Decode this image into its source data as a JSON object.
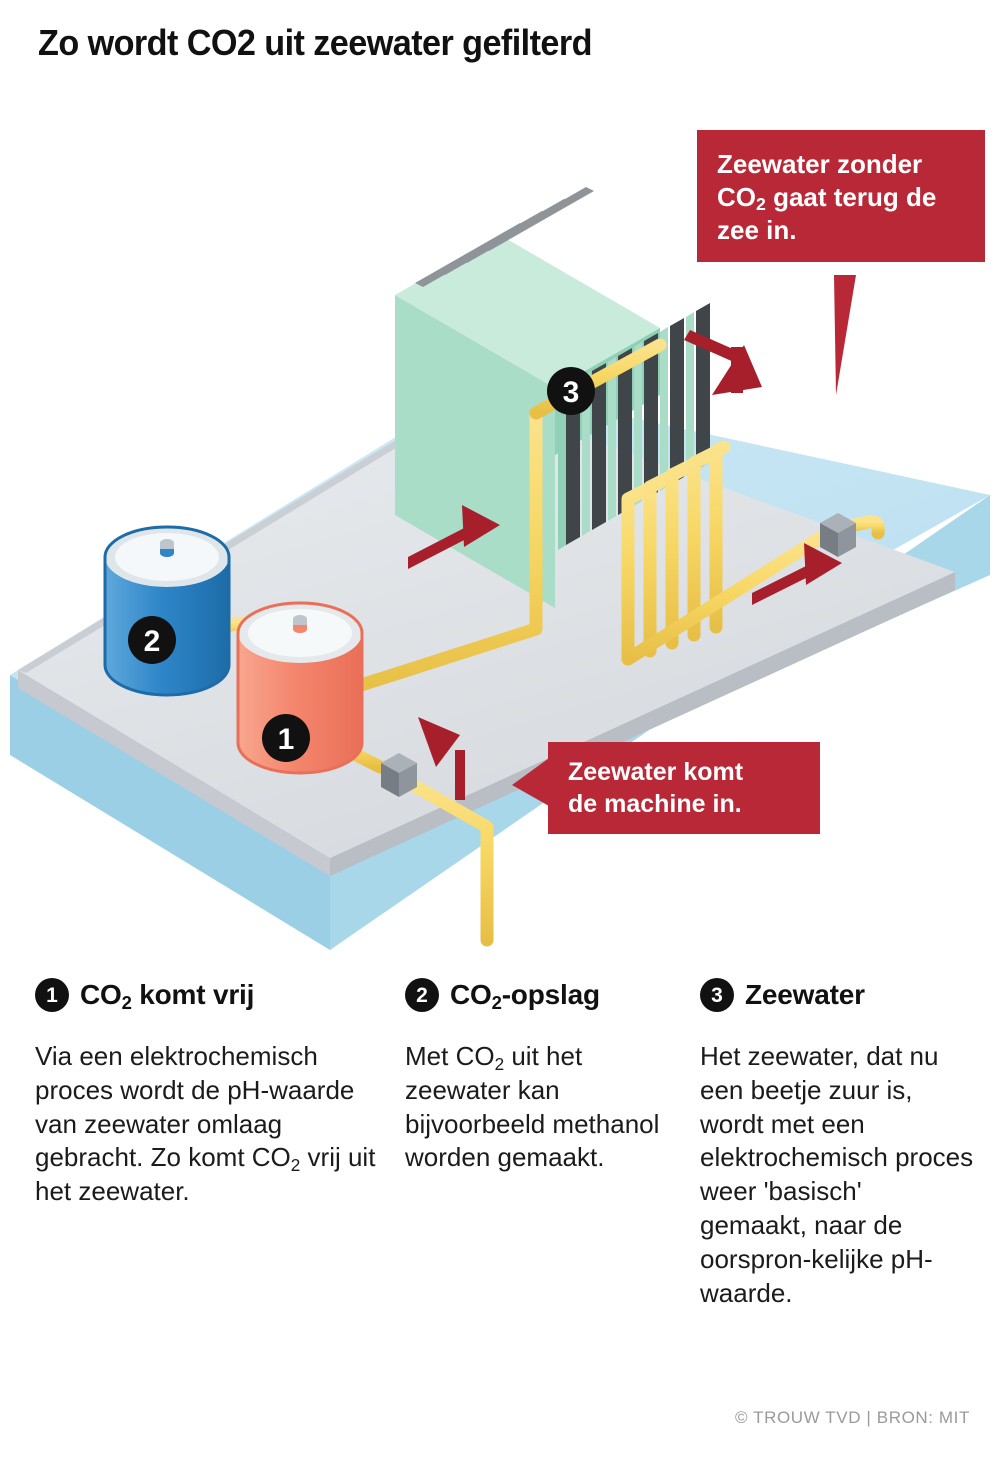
{
  "header": {
    "title": "Zo wordt CO2 uit zeewater gefilterd"
  },
  "callouts": [
    {
      "id": "seawater-out",
      "lines": [
        "Zeewater zonder",
        "CO₂ gaat terug de",
        "zee in."
      ],
      "line1": "Zeewater zonder",
      "line2_pre": "CO",
      "line2_sub": "2",
      "line2_post": " gaat terug de",
      "line3": "zee in.",
      "color": "#b92836"
    },
    {
      "id": "seawater-in",
      "lines": [
        "Zeewater komt",
        "de machine in."
      ],
      "line1": "Zeewater komt",
      "line2": "de machine in.",
      "color": "#b92836"
    }
  ],
  "diagram": {
    "markers": [
      {
        "number": "1",
        "label": "CO2 komt vrij",
        "element": "red-tank"
      },
      {
        "number": "2",
        "label": "CO2-opslag",
        "element": "blue-tank"
      },
      {
        "number": "3",
        "label": "Zeewater",
        "element": "filter-stack"
      }
    ],
    "colors": {
      "sea": "#b5dcee",
      "sea_top": "#cfe9f5",
      "deck": "#dfe2e7",
      "deck_edge": "#c8ccd2",
      "pipe": "#f7d764",
      "pipe_shade": "#e9c14a",
      "arrow": "#a81f2c",
      "tank_red": "#f4866d",
      "tank_blue": "#2e86c8",
      "filter_green": "#a9ddc8",
      "filter_plate": "#555b5e",
      "pump_gray": "#8e959c",
      "badge": "#111111"
    }
  },
  "legend": {
    "columns": [
      {
        "number": "1",
        "title_pre": "CO",
        "title_sub": "2",
        "title_post": " komt vrij",
        "title_plain": "CO2 komt vrij",
        "body_plain": "Via een elektrochemisch proces wordt de pH-waarde van zeewater omlaag gebracht. Zo komt CO2 vrij uit het zeewater.",
        "body_part1": "Via een elektrochemisch proces wordt de pH-waarde van zeewater omlaag gebracht. Zo komt CO",
        "body_sub": "2",
        "body_part2": " vrij uit het zeewater."
      },
      {
        "number": "2",
        "title_pre": "CO",
        "title_sub": "2",
        "title_post": "-opslag",
        "title_plain": "CO2-opslag",
        "body_plain": "Met CO2 uit het zeewater kan bijvoorbeeld methanol worden gemaakt.",
        "body_part1": "Met CO",
        "body_sub": "2",
        "body_part2": " uit het zeewater kan bijvoorbeeld methanol worden gemaakt."
      },
      {
        "number": "3",
        "title_pre": "Zeewater",
        "title_sub": "",
        "title_post": "",
        "title_plain": "Zeewater",
        "body_plain": "Het zeewater, dat nu een beetje zuur is, wordt met een elektrochemisch proces weer 'basisch' gemaakt, naar de oorspronkelijke pH-waarde.",
        "body_part1": "Het zeewater, dat nu een beetje zuur is, wordt met een elektrochemisch proces weer 'basisch' gemaakt, naar de oorspron-kelijke pH-waarde.",
        "body_sub": "",
        "body_part2": ""
      }
    ]
  },
  "footer": {
    "credit": "© TROUW TVD | BRON: MIT"
  }
}
